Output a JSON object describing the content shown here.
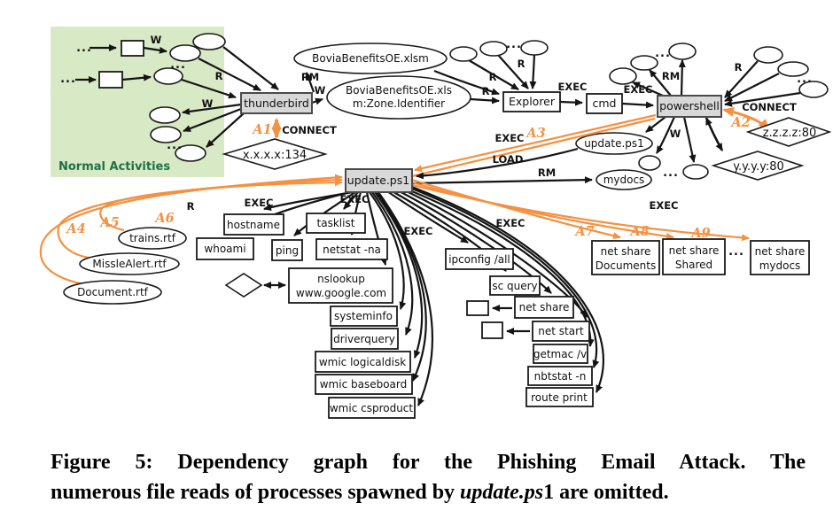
{
  "labels": {
    "w": "W",
    "r": "R",
    "rm": "RM",
    "exec": "EXEC",
    "load": "LOAD",
    "connect": "CONNECT",
    "dots": "..."
  },
  "attack": {
    "a1": "A1",
    "a2": "A2",
    "a3": "A3",
    "a4": "A4",
    "a5": "A5",
    "a6": "A6",
    "a7": "A7",
    "a8": "A8",
    "a9": "A9"
  },
  "region": {
    "normal_activities": "Normal Activities"
  },
  "processes": {
    "thunderbird": "thunderbird",
    "explorer": "Explorer",
    "cmd": "cmd",
    "powershell": "powershell",
    "update_ps1": "update.ps1"
  },
  "files": {
    "xlsm": "BoviaBenefitsOE.xlsm",
    "zone_l1": "BoviaBenefitsOE.xls",
    "zone_l2": "m:Zone.Identifier",
    "update_ps1": "update.ps1",
    "mydocs": "mydocs",
    "trains": "trains.rtf",
    "missle": "MissleAlert.rtf",
    "document": "Document.rtf"
  },
  "sockets": {
    "x": "x.x.x.x:134",
    "z": "z.z.z.z:80",
    "y": "y.y.y.y:80"
  },
  "commands": {
    "whoami": "whoami",
    "hostname": "hostname",
    "ping": "ping",
    "tasklist": "tasklist",
    "netstat": "netstat -na",
    "nslookup_l1": "nslookup",
    "nslookup_l2": "www.google.com",
    "systeminfo": "systeminfo",
    "driverquery": "driverquery",
    "wmic_logicaldisk": "wmic logicaldisk",
    "wmic_baseboard": "wmic baseboard",
    "wmic_csproduct": "wmic csproduct",
    "ipconfig": "ipconfig /all",
    "sc_query": "sc query",
    "net_share": "net share",
    "net_start": "net start",
    "getmac": "getmac /v",
    "nbtstat": "nbtstat -n",
    "route_print": "route print",
    "ns_documents_l1": "net share",
    "ns_documents_l2": "Documents",
    "ns_shared_l1": "net share",
    "ns_shared_l2": "Shared",
    "ns_mydocs_l1": "net share",
    "ns_mydocs_l2": "mydocs"
  },
  "caption": {
    "line1": "Figure 5: Dependency graph for the Phishing Email Attack. The",
    "line2_pre": "numerous file reads of processes spawned by ",
    "line2_italic": "update.ps",
    "line2_post": "1 are omitted."
  },
  "colors": {
    "orange": "#F59140",
    "green_bg": "#D8E9C5",
    "green_text": "#1E7145",
    "node_gray": "#D8D8D8"
  }
}
